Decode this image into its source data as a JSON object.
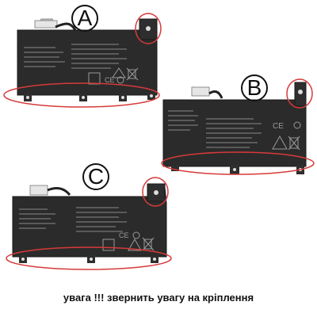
{
  "labels": {
    "a": "A",
    "b": "B",
    "c": "C"
  },
  "caption": "увага !!! звернить увагу на кріплення",
  "colors": {
    "battery": "#2b2b2b",
    "battery_edge": "#3a3a3a",
    "label_text": "#8a8a8a",
    "highlight": "#d63a3a",
    "connector": "#d9d9d9",
    "background": "#ffffff"
  },
  "icons": [
    "battery-a-icon",
    "battery-b-icon",
    "battery-c-icon",
    "ce-mark-icon",
    "recycle-icon",
    "weee-bin-icon"
  ]
}
